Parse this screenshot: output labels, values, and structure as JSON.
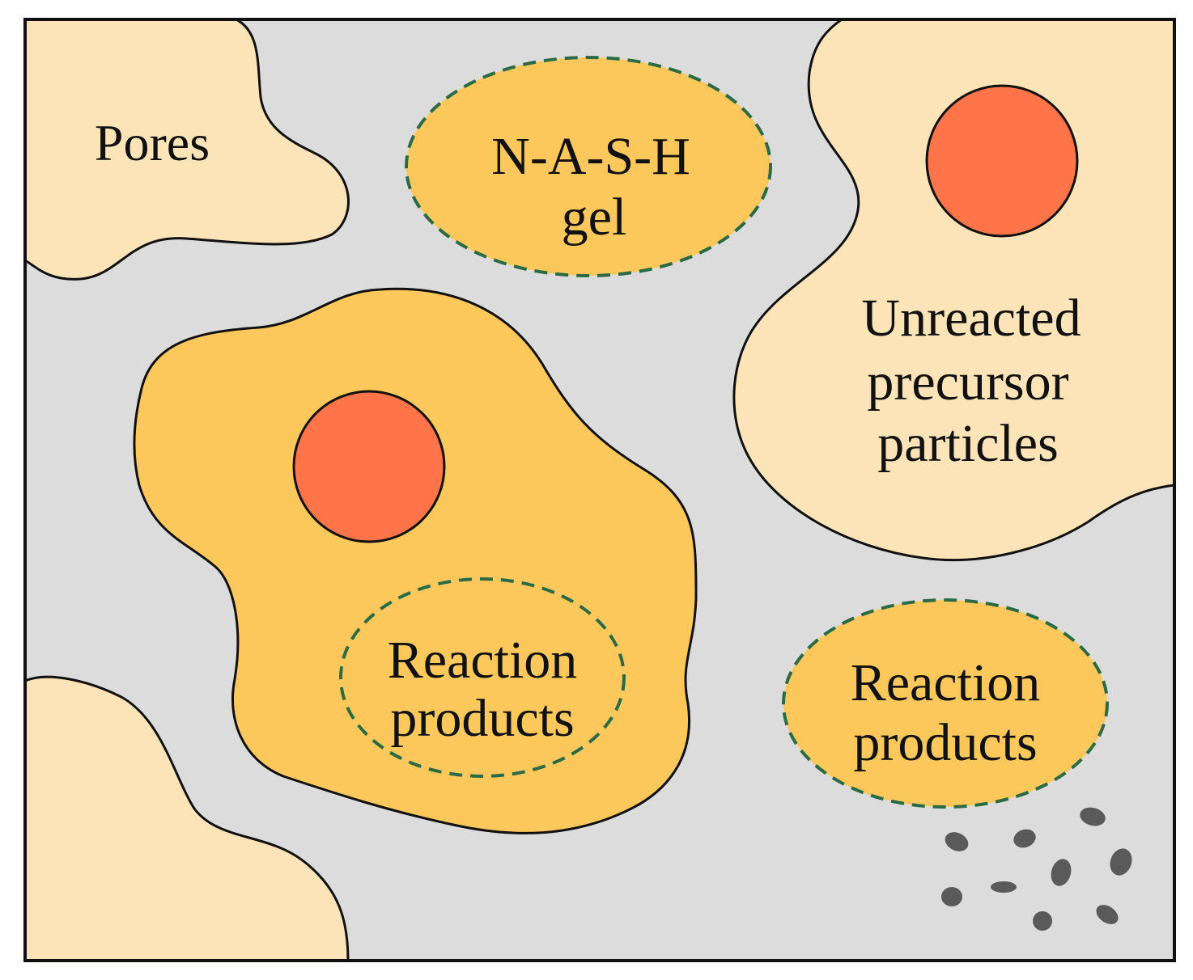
{
  "labels": {
    "pores": "Pores",
    "nash_line1": "N-A-S-H",
    "nash_line2": "gel",
    "unreacted_line1": "Unreacted",
    "unreacted_line2": "precursor",
    "unreacted_line3": "particles",
    "reaction_inner_line1": "Reaction",
    "reaction_inner_line2": "products",
    "reaction_right_line1": "Reaction",
    "reaction_right_line2": "products"
  },
  "colors": {
    "background_matrix": "#dcdcdc",
    "pore": "#fde4b8",
    "gel": "#fcc85c",
    "particle": "#ff7448",
    "dashed_outline": "#2a6b45",
    "speck": "#5a5a5a",
    "outline": "#111111"
  }
}
